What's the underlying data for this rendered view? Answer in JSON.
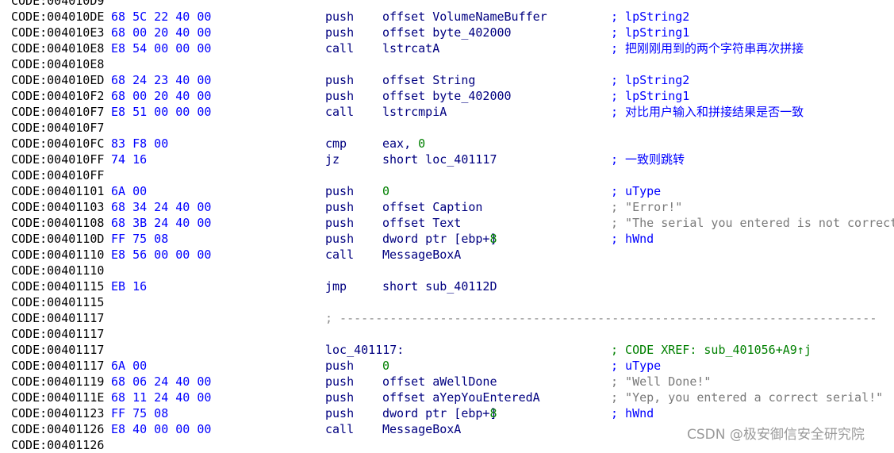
{
  "rows": [
    {
      "addr": "CODE:004010D9",
      "bytes": "",
      "mnemonic": "",
      "operand": "",
      "label": "",
      "comment": "",
      "comment_style": ""
    },
    {
      "addr": "CODE:004010DE",
      "bytes": "68 5C 22 40 00",
      "mnemonic": "push",
      "operand": "offset VolumeNameBuffer",
      "label": "",
      "comment": "; lpString2",
      "comment_style": "blue"
    },
    {
      "addr": "CODE:004010E3",
      "bytes": "68 00 20 40 00",
      "mnemonic": "push",
      "operand": "offset byte_402000",
      "label": "",
      "comment": "; lpString1",
      "comment_style": "blue"
    },
    {
      "addr": "CODE:004010E8",
      "bytes": "E8 54 00 00 00",
      "mnemonic": "call",
      "operand": "lstrcatA",
      "label": "",
      "comment": "; 把刚刚用到的两个字符串再次拼接",
      "comment_style": "blue"
    },
    {
      "addr": "CODE:004010E8",
      "bytes": "",
      "mnemonic": "",
      "operand": "",
      "label": "",
      "comment": "",
      "comment_style": ""
    },
    {
      "addr": "CODE:004010ED",
      "bytes": "68 24 23 40 00",
      "mnemonic": "push",
      "operand": "offset String",
      "label": "",
      "comment": "; lpString2",
      "comment_style": "blue"
    },
    {
      "addr": "CODE:004010F2",
      "bytes": "68 00 20 40 00",
      "mnemonic": "push",
      "operand": "offset byte_402000",
      "label": "",
      "comment": "; lpString1",
      "comment_style": "blue"
    },
    {
      "addr": "CODE:004010F7",
      "bytes": "E8 51 00 00 00",
      "mnemonic": "call",
      "operand": "lstrcmpiA",
      "label": "",
      "comment": "; 对比用户输入和拼接结果是否一致",
      "comment_style": "blue"
    },
    {
      "addr": "CODE:004010F7",
      "bytes": "",
      "mnemonic": "",
      "operand": "",
      "label": "",
      "comment": "",
      "comment_style": ""
    },
    {
      "addr": "CODE:004010FC",
      "bytes": "83 F8 00",
      "mnemonic": "cmp",
      "operand": "eax, ",
      "operand_num": "0",
      "label": "",
      "comment": "",
      "comment_style": ""
    },
    {
      "addr": "CODE:004010FF",
      "bytes": "74 16",
      "mnemonic": "jz",
      "operand": "short loc_401117",
      "label": "",
      "comment": "; 一致则跳转",
      "comment_style": "blue"
    },
    {
      "addr": "CODE:004010FF",
      "bytes": "",
      "mnemonic": "",
      "operand": "",
      "label": "",
      "comment": "",
      "comment_style": ""
    },
    {
      "addr": "CODE:00401101",
      "bytes": "6A 00",
      "mnemonic": "push",
      "operand": "",
      "operand_num": "0",
      "label": "",
      "comment": "; uType",
      "comment_style": "blue"
    },
    {
      "addr": "CODE:00401103",
      "bytes": "68 34 24 40 00",
      "mnemonic": "push",
      "operand": "offset Caption",
      "label": "",
      "comment": "; \"Error!\"",
      "comment_style": "gray"
    },
    {
      "addr": "CODE:00401108",
      "bytes": "68 3B 24 40 00",
      "mnemonic": "push",
      "operand": "offset Text",
      "label": "",
      "comment": "; \"The serial you entered is not correct",
      "comment_style": "gray"
    },
    {
      "addr": "CODE:0040110D",
      "bytes": "FF 75 08",
      "mnemonic": "push",
      "operand": "dword ptr [ebp+",
      "operand_num": "8",
      "operand_tail": "]",
      "label": "",
      "comment": "; hWnd",
      "comment_style": "blue"
    },
    {
      "addr": "CODE:00401110",
      "bytes": "E8 56 00 00 00",
      "mnemonic": "call",
      "operand": "MessageBoxA",
      "label": "",
      "comment": "",
      "comment_style": ""
    },
    {
      "addr": "CODE:00401110",
      "bytes": "",
      "mnemonic": "",
      "operand": "",
      "label": "",
      "comment": "",
      "comment_style": ""
    },
    {
      "addr": "CODE:00401115",
      "bytes": "EB 16",
      "mnemonic": "jmp",
      "operand": "short sub_40112D",
      "label": "",
      "comment": "",
      "comment_style": ""
    },
    {
      "addr": "CODE:00401115",
      "bytes": "",
      "mnemonic": "",
      "operand": "",
      "label": "",
      "comment": "",
      "comment_style": ""
    },
    {
      "addr": "CODE:00401117",
      "bytes": "",
      "mnemonic": "",
      "operand": "",
      "label": "",
      "separator": "; ---------------------------------------------------------------------------",
      "comment": "",
      "comment_style": ""
    },
    {
      "addr": "CODE:00401117",
      "bytes": "",
      "mnemonic": "",
      "operand": "",
      "label": "",
      "comment": "",
      "comment_style": ""
    },
    {
      "addr": "CODE:00401117",
      "bytes": "",
      "mnemonic": "",
      "operand": "",
      "label": "loc_401117:",
      "comment": "; CODE XREF: sub_401056+A9↑j",
      "comment_style": "green"
    },
    {
      "addr": "CODE:00401117",
      "bytes": "6A 00",
      "mnemonic": "push",
      "operand": "",
      "operand_num": "0",
      "label": "",
      "comment": "; uType",
      "comment_style": "blue"
    },
    {
      "addr": "CODE:00401119",
      "bytes": "68 06 24 40 00",
      "mnemonic": "push",
      "operand": "offset aWellDone",
      "label": "",
      "comment": "; \"Well Done!\"",
      "comment_style": "gray"
    },
    {
      "addr": "CODE:0040111E",
      "bytes": "68 11 24 40 00",
      "mnemonic": "push",
      "operand": "offset aYepYouEnteredA",
      "label": "",
      "comment": "; \"Yep, you entered a correct serial!\"",
      "comment_style": "gray"
    },
    {
      "addr": "CODE:00401123",
      "bytes": "FF 75 08",
      "mnemonic": "push",
      "operand": "dword ptr [ebp+",
      "operand_num": "8",
      "operand_tail": "]",
      "label": "",
      "comment": "; hWnd",
      "comment_style": "blue"
    },
    {
      "addr": "CODE:00401126",
      "bytes": "E8 40 00 00 00",
      "mnemonic": "call",
      "operand": "MessageBoxA",
      "label": "",
      "comment": "",
      "comment_style": ""
    },
    {
      "addr": "CODE:00401126",
      "bytes": "",
      "mnemonic": "",
      "operand": "",
      "label": "",
      "comment": "",
      "comment_style": ""
    }
  ],
  "watermark": "CSDN @极安御信安全研究院",
  "colors": {
    "address": "#000000",
    "bytes": "#0000ff",
    "instruction": "#000080",
    "comment": "#0000ff",
    "string_comment": "#7a7a7a",
    "xref_comment": "#008000",
    "immediate": "#008000"
  }
}
